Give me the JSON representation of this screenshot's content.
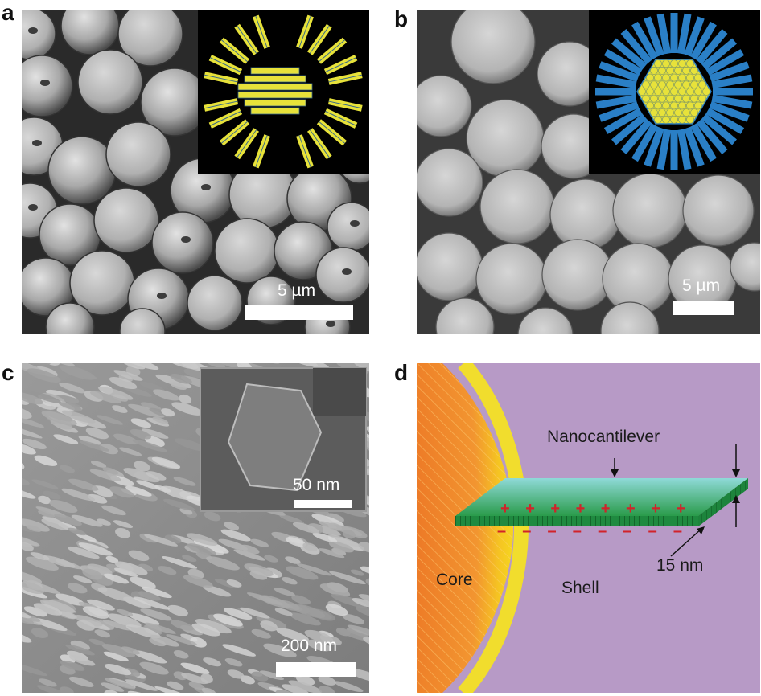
{
  "panels": {
    "a": {
      "letter": "a",
      "scale": "5 µm"
    },
    "b": {
      "letter": "b",
      "scale": "5 µm"
    },
    "c": {
      "letter": "c",
      "scale": "200 nm",
      "inset_scale": "50 nm"
    },
    "d": {
      "letter": "d",
      "core_label": "Core",
      "shell_label": "Shell",
      "cantilever_label": "Nanocantilever",
      "thickness_label": "15 nm",
      "plus_signs": [
        "+",
        "+",
        "+",
        "+",
        "+",
        "+",
        "+",
        "+",
        "+",
        "+"
      ],
      "minus_signs": [
        "–",
        "–",
        "–",
        "–",
        "–",
        "–",
        "–",
        "–",
        "–",
        "–"
      ]
    }
  },
  "colors": {
    "inset_yellow": "#e7e23a",
    "inset_blue": "#2a7fc6",
    "shell_purple": "#b79ac6",
    "cantilever_green": "#2a9b4a",
    "cantilever_cyan": "#7fd8d8",
    "core_orange": "#f0902a",
    "core_yellow": "#f5e21e",
    "charge_red": "#d1232a"
  }
}
